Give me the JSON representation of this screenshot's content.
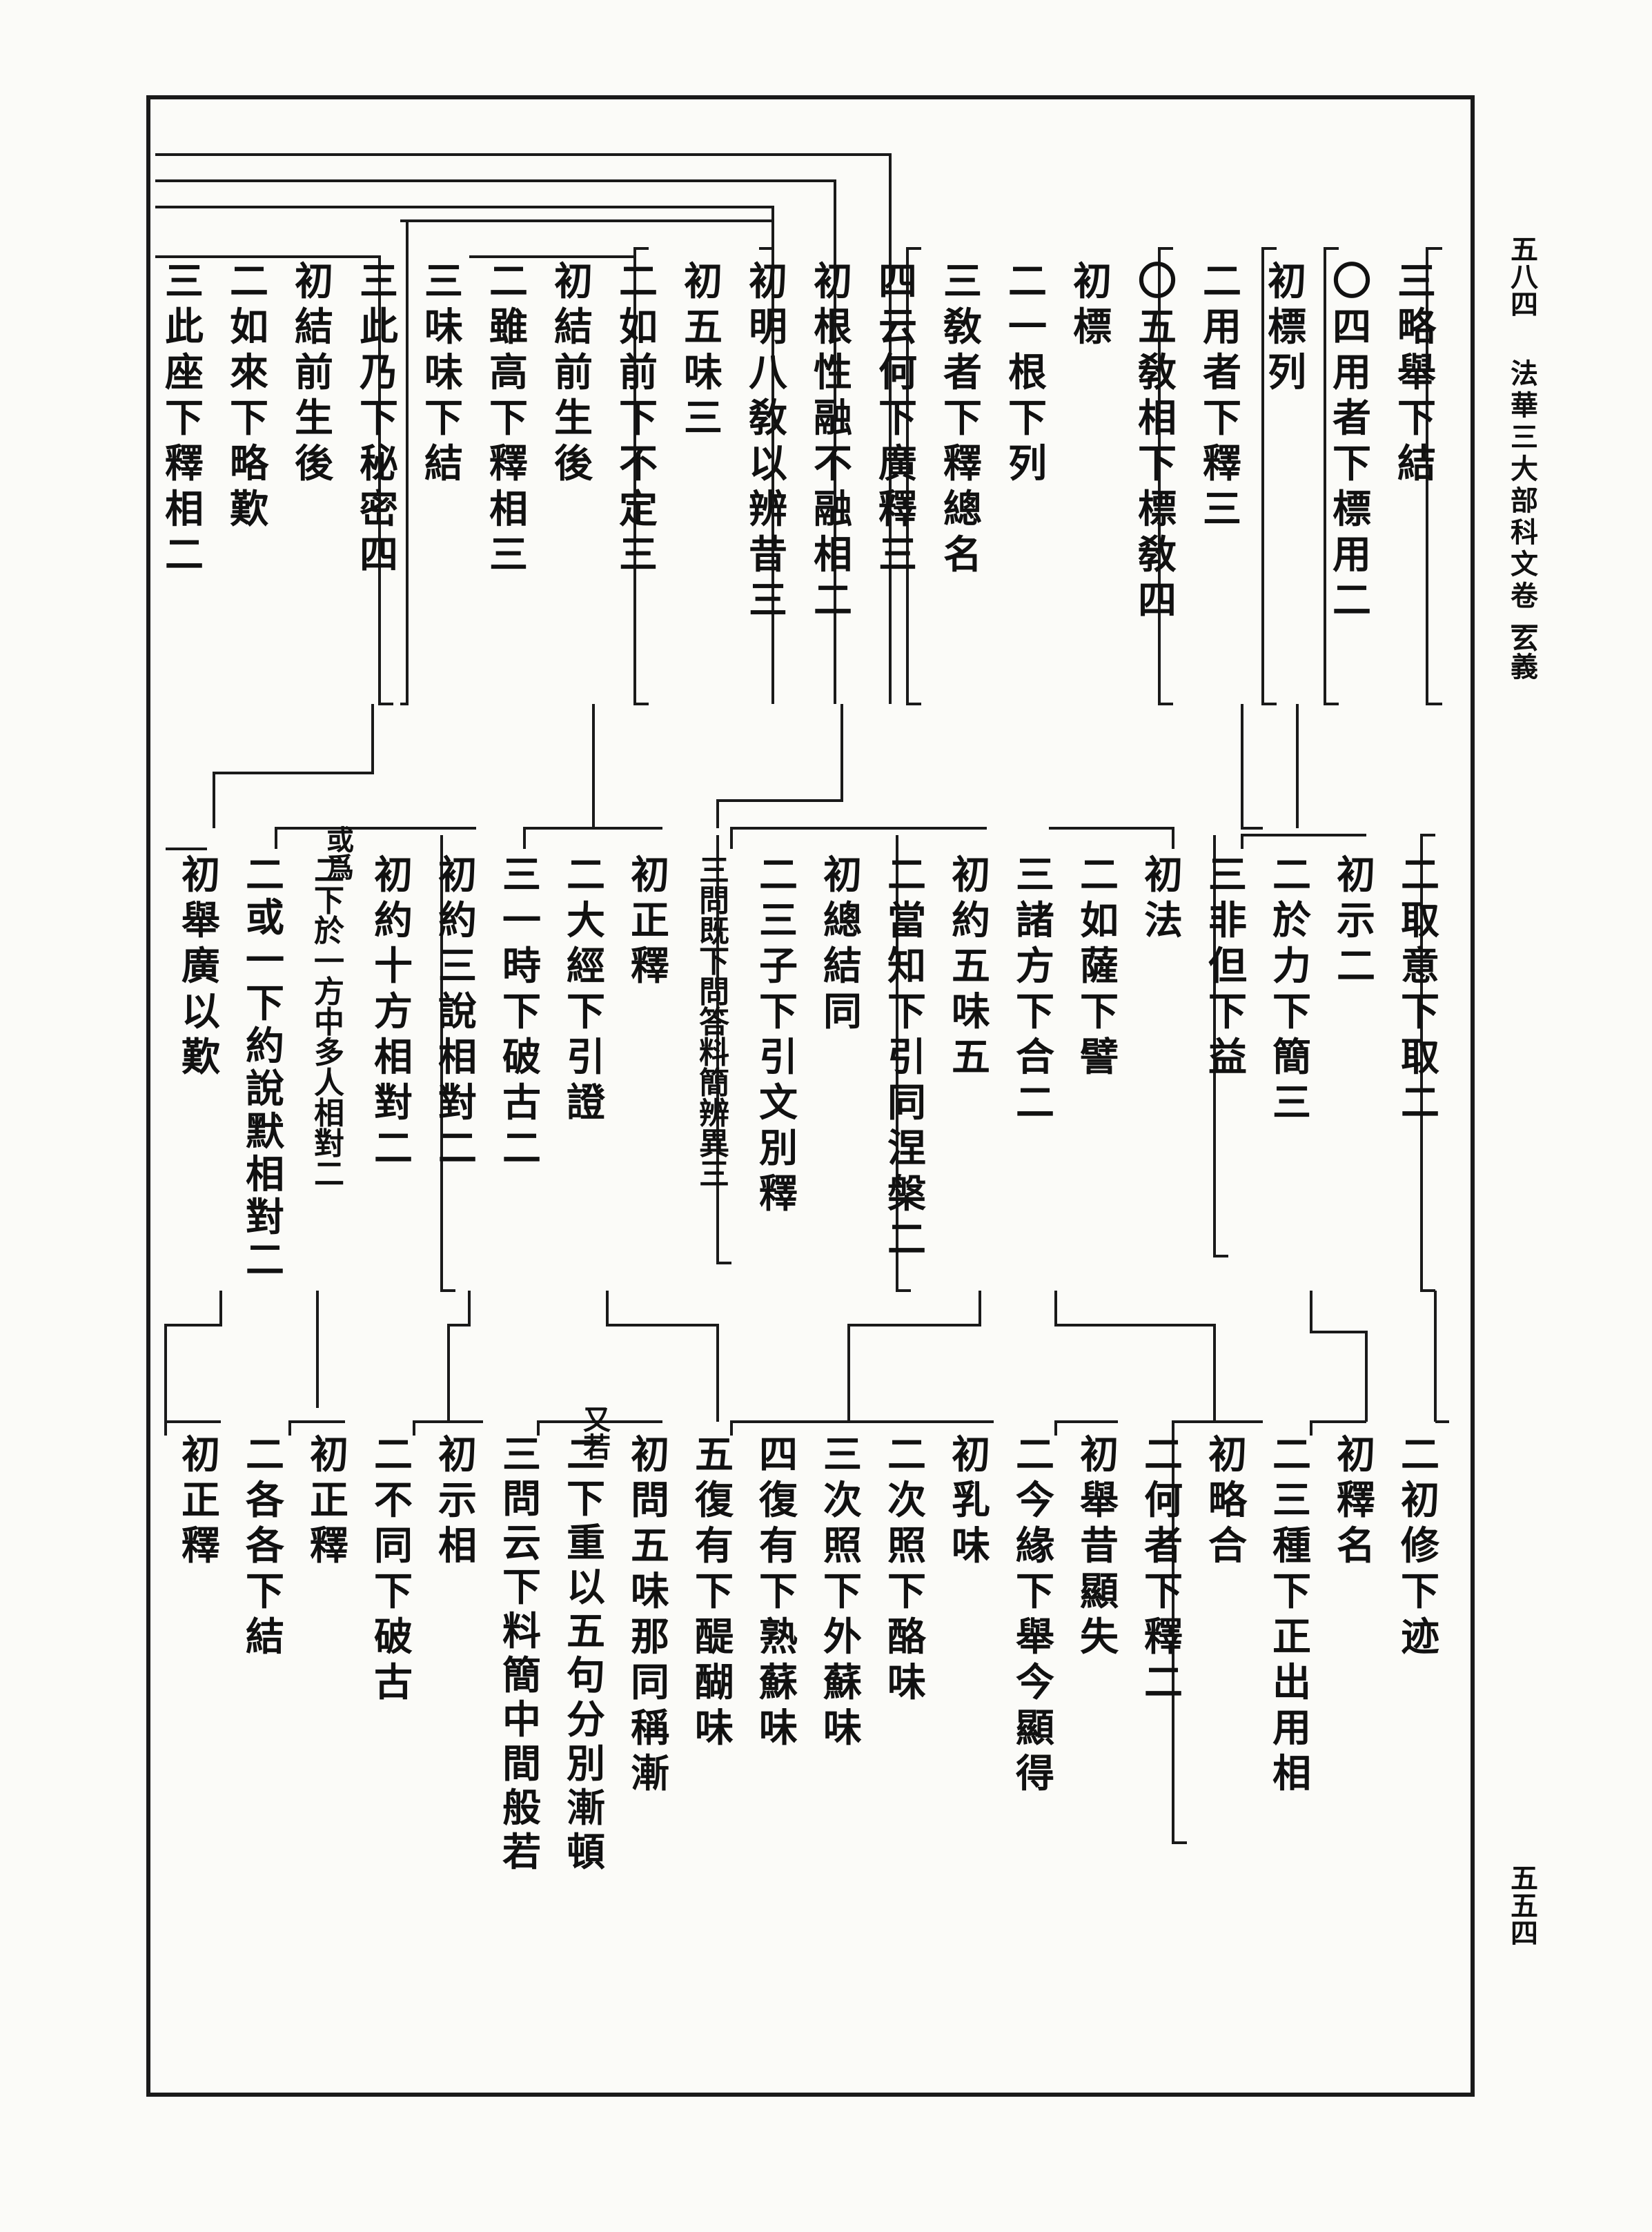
{
  "header": {
    "page_no": "五八四",
    "book_title": "法華三大部科文卷一",
    "section": "玄義",
    "bottom_page": "五五四"
  },
  "row1": [
    {
      "id": "r1c1",
      "text": "三略舉下結"
    },
    {
      "id": "r1c2",
      "text": "〇四用者下標用二"
    },
    {
      "id": "r1c3",
      "text": "初標列"
    },
    {
      "id": "r1c4",
      "text": "二用者下釋三"
    },
    {
      "id": "r1c5",
      "text": "〇五敎相下標敎四"
    },
    {
      "id": "r1c6",
      "text": "初標"
    },
    {
      "id": "r1c7",
      "text": "二一根下列"
    },
    {
      "id": "r1c8",
      "text": "三敎者下釋總名"
    },
    {
      "id": "r1c9",
      "text": "四云何下廣釋三"
    },
    {
      "id": "r1c10",
      "text": "初根性融不融相二"
    },
    {
      "id": "r1c11",
      "text": "初明八敎以辨昔三"
    },
    {
      "id": "r1c12",
      "text": "初五味三"
    },
    {
      "id": "r1c13",
      "text": "二如前下不定三"
    },
    {
      "id": "r1c14",
      "text": "初結前生後"
    },
    {
      "id": "r1c15",
      "text": "二雖高下釋相三"
    },
    {
      "id": "r1c16",
      "text": "三味味下結"
    },
    {
      "id": "r1c17",
      "text": "三此乃下秘密四"
    },
    {
      "id": "r1c18",
      "text": "初結前生後"
    },
    {
      "id": "r1c19",
      "text": "二如來下略歎"
    },
    {
      "id": "r1c20",
      "text": "三此座下釋相二"
    }
  ],
  "row2": [
    {
      "id": "r2c1",
      "text": "二取意下取二"
    },
    {
      "id": "r2c2",
      "text": "初示二"
    },
    {
      "id": "r2c3",
      "text": "二於力下簡三"
    },
    {
      "id": "r2c4",
      "text": "三非但下益"
    },
    {
      "id": "r2c5",
      "text": "初法"
    },
    {
      "id": "r2c6",
      "text": "二如薩下譬"
    },
    {
      "id": "r2c7",
      "text": "三諸方下合二"
    },
    {
      "id": "r2c8",
      "text": "初約五味五"
    },
    {
      "id": "r2c9",
      "text": "二當知下引同涅槃二"
    },
    {
      "id": "r2c10",
      "text": "初總結同"
    },
    {
      "id": "r2c11",
      "text": "二三子下引文別釋"
    },
    {
      "id": "r2c12",
      "text": "三問既下問答料簡辨異三"
    },
    {
      "id": "r2c13",
      "text": "初正釋"
    },
    {
      "id": "r2c14",
      "text": "二大經下引證"
    },
    {
      "id": "r2c15",
      "text": "三一時下破古二"
    },
    {
      "id": "r2c16",
      "text": "初約三說相對二"
    },
    {
      "id": "r2c17",
      "text": "初約十方相對二"
    },
    {
      "id": "r2c18",
      "text": "二下於一方中多人相對二",
      "note": "或爲"
    },
    {
      "id": "r2c19",
      "text": "二或一下約說默相對二"
    },
    {
      "id": "r2c20",
      "text": "初舉廣以歎"
    }
  ],
  "row3": [
    {
      "id": "r3c1",
      "text": "二初修下迹"
    },
    {
      "id": "r3c2",
      "text": "初釋名"
    },
    {
      "id": "r3c3",
      "text": "二三種下正出用相"
    },
    {
      "id": "r3c4",
      "text": "初略合"
    },
    {
      "id": "r3c5",
      "text": "二何者下釋二"
    },
    {
      "id": "r3c6",
      "text": "初舉昔顯失"
    },
    {
      "id": "r3c7",
      "text": "二今緣下舉今顯得"
    },
    {
      "id": "r3c8",
      "text": "初乳味"
    },
    {
      "id": "r3c9",
      "text": "二次照下酪味"
    },
    {
      "id": "r3c10",
      "text": "三次照下外蘇味"
    },
    {
      "id": "r3c11",
      "text": "四復有下熟蘇味"
    },
    {
      "id": "r3c12",
      "text": "五復有下醍醐味"
    },
    {
      "id": "r3c13",
      "text": "初問五味那同稱漸"
    },
    {
      "id": "r3c14",
      "text": "二下重以五句分別漸頓",
      "note": "又若"
    },
    {
      "id": "r3c15",
      "text": "三問云下料簡中間般若"
    },
    {
      "id": "r3c16",
      "text": "初示相"
    },
    {
      "id": "r3c17",
      "text": "二不同下破古"
    },
    {
      "id": "r3c18",
      "text": "初正釋"
    },
    {
      "id": "r3c19",
      "text": "二各各下結"
    },
    {
      "id": "r3c20",
      "text": "初正釋"
    }
  ]
}
